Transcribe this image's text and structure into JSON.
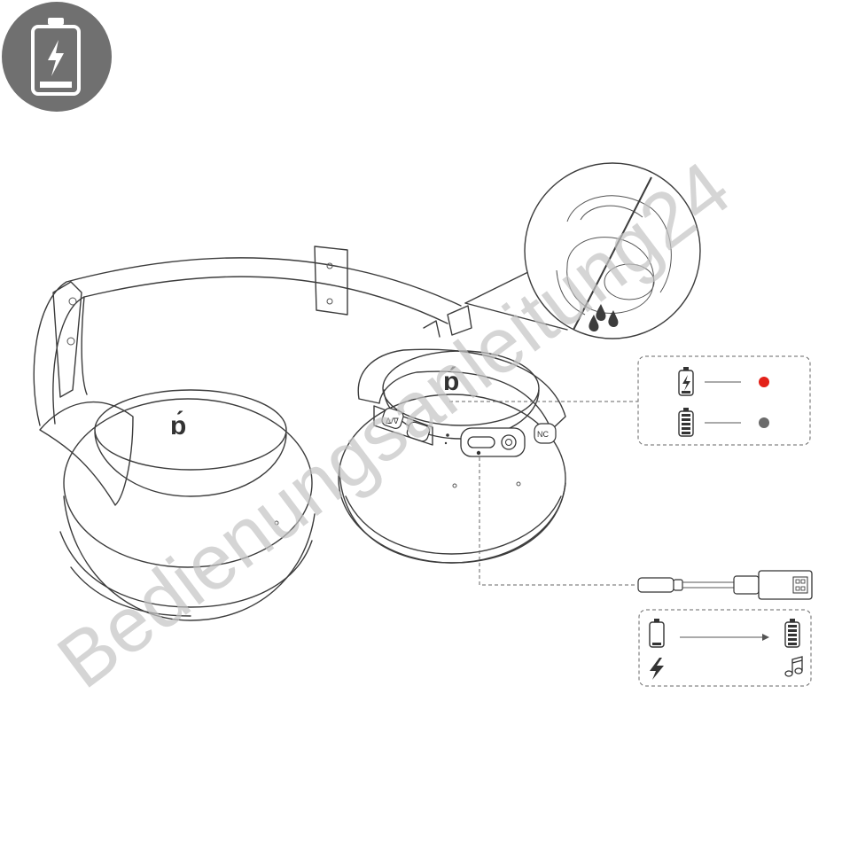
{
  "watermark": {
    "text": "Bedienungsanleitung24"
  },
  "icons": {
    "header": "battery-charging-icon",
    "status_charging": "battery-charging-icon",
    "status_full": "battery-full-icon",
    "flow_empty": "battery-empty-icon",
    "flow_full": "battery-full-icon",
    "flow_charge": "lightning-icon",
    "flow_music": "music-note-icon"
  },
  "colors": {
    "header_circle": "#707070",
    "led_charging": "#e32119",
    "led_full": "#6b6b6b"
  },
  "buttons": {
    "power_label": "ᐃ/ᐁ",
    "nc_label": "NC"
  }
}
